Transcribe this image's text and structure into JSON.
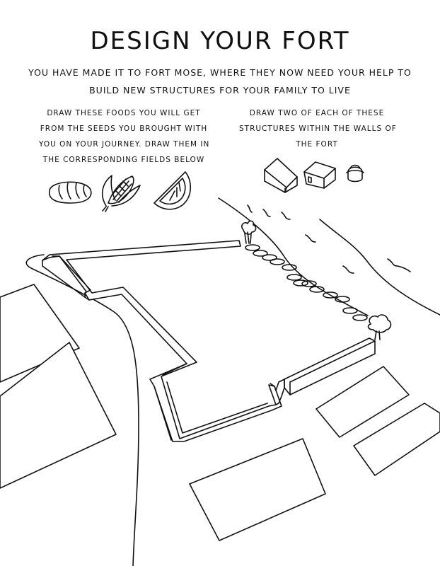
{
  "title": "DESIGN YOUR FORT",
  "subtitle_lines": [
    "YOU HAVE MADE IT TO FORT MOSE, WHERE THEY NOW NEED YOUR HELP TO",
    "BUILD NEW STRUCTURES FOR YOUR FAMILY TO LIVE"
  ],
  "foods_instruction_lines": [
    "DRAW THESE FOODS YOU WILL GET",
    "FROM THE SEEDS YOU BROUGHT WITH",
    "YOU ON YOUR JOURNEY. DRAW THEM IN",
    "THE CORRESPONDING FIELDS BELOW"
  ],
  "structures_instruction_lines": [
    "DRAW TWO OF EACH OF THESE",
    "STRUCTURES WITHIN THE WALLS OF",
    "THE FORT"
  ],
  "food_icons": [
    "bread-loaf-icon",
    "corn-icon",
    "orange-slice-icon"
  ],
  "structure_icons": [
    "cabin-icon",
    "house-icon",
    "round-hut-icon"
  ],
  "colors": {
    "ink": "#111111",
    "paper": "#ffffff"
  }
}
